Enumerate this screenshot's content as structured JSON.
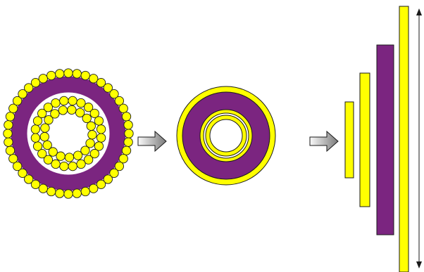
{
  "colors": {
    "yellow": "#ffff00",
    "purple": "#7b2580",
    "outline": "#1a1a1a",
    "arrow_light": "#fafafa",
    "arrow_dark": "#7a7a7a",
    "background": "#ffffff"
  },
  "stages": [
    {
      "name": "stranded-cable-cross-section",
      "description_icon": "circles-icon"
    },
    {
      "name": "concentric-rings-cross-section",
      "description_icon": "rings-icon"
    },
    {
      "name": "unrolled-layers",
      "description_icon": "bars-icon"
    }
  ],
  "arrows": [
    {
      "name": "process-arrow-1",
      "icon": "right-arrow-icon"
    },
    {
      "name": "process-arrow-2",
      "icon": "right-arrow-icon"
    }
  ],
  "dimension_marker": {
    "icon": "double-headed-arrow-icon"
  }
}
